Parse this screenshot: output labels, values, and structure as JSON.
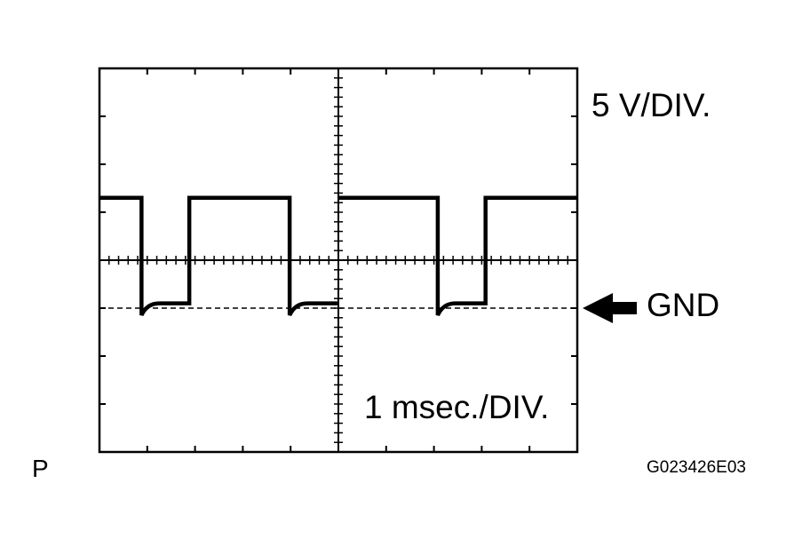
{
  "labels": {
    "volts_per_div": "5 V/DIV.",
    "time_per_div": "1 msec./DIV.",
    "ground": "GND",
    "corner": "P",
    "figure_code": "G023426E03"
  },
  "icons": {
    "ground_marker": "left-arrow-icon"
  },
  "colors": {
    "trace": "#000000",
    "grid": "#000000",
    "background": "#ffffff"
  },
  "waveform": {
    "type": "square-pulse",
    "high_level_div_above_gnd": 2.3,
    "low_level_div_above_gnd": 0.1,
    "pulse_width_div": 1.0,
    "period_div": 3.1,
    "volts_per_div": 5,
    "ms_per_div": 1
  }
}
